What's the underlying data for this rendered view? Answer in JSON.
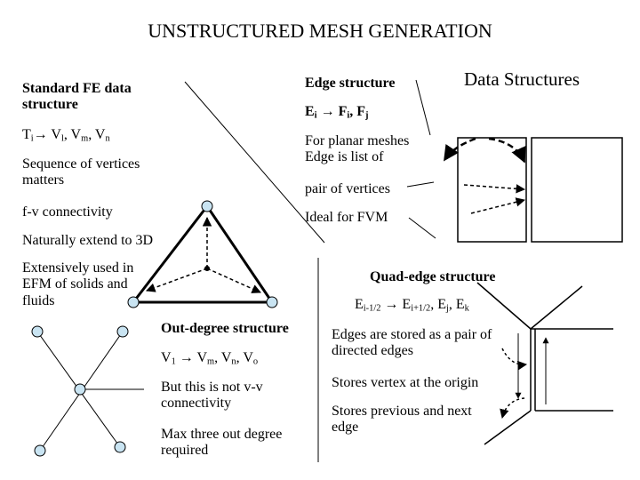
{
  "title": "UNSTRUCTURED MESH GENERATION",
  "left": {
    "fe_heading": "Standard FE data\nstructure",
    "ti": {
      "base": "T",
      "sub": "i",
      "arrow": "→",
      "rhs_base": "V",
      "rhs_sub": "l",
      "rhs_rest": ", V",
      "rhs_sub2": "m",
      "rhs_rest2": ", V",
      "rhs_sub3": "n"
    },
    "sequence": "Sequence of vertices\nmatters",
    "fv": "f-v connectivity",
    "naturally": "Naturally extend to 3D",
    "extensively": "Extensively used in\nEFM of solids and\nfluids"
  },
  "edge": {
    "heading": "Edge structure",
    "formula": {
      "base": "E",
      "sub": "i",
      "arrow": "→",
      "rhs": "F",
      "rhs_sub": "i",
      "rhs_rest": ", F",
      "rhs_sub2": "j"
    },
    "planar": "For planar meshes\nEdge is list of",
    "pair": "pair of vertices",
    "ideal": "Ideal for FVM"
  },
  "data_structures": "Data Structures",
  "out_degree": {
    "heading": "Out-degree structure",
    "formula": {
      "base": "V",
      "sub": "1",
      "arrow": "→",
      "rhs": "V",
      "rhs_sub": "m",
      "rhs_rest": ", V",
      "rhs_sub2": "n",
      "rhs_rest2": ", V",
      "rhs_sub3": "o"
    },
    "not_vv": "But this is not  v-v\nconnectivity",
    "max": "Max three out degree\nrequired"
  },
  "quad_edge": {
    "heading": "Quad-edge structure",
    "formula": {
      "e1": "E",
      "e1_sub": "i-1/2",
      "arrow": "→",
      "e2": "E",
      "e2_sub": "i+1/2",
      "e3": ", E",
      "e3_sub": "j",
      "e4": ", E",
      "e4_sub": "k"
    },
    "stored": "Edges are stored as a pair of\ndirected edges",
    "origin": "Stores vertex at the origin",
    "prevnext": "Stores previous and next\nedge"
  },
  "colors": {
    "node_fill": "#c9e4f2",
    "stroke": "#000000",
    "background": "#ffffff"
  }
}
